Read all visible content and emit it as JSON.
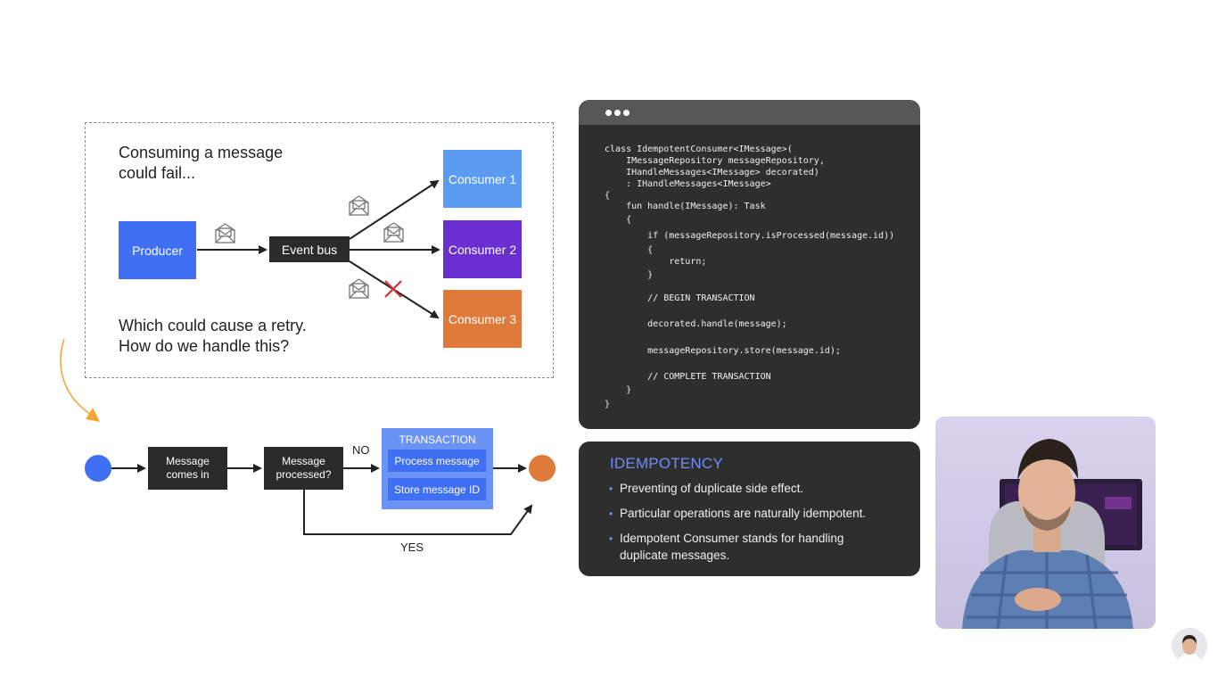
{
  "top_diagram": {
    "caption_top": [
      "Consuming a message",
      "could fail..."
    ],
    "caption_bottom": [
      "Which could cause a retry.",
      "How do we handle this?"
    ],
    "producer": "Producer",
    "event_bus": "Event bus",
    "consumers": [
      "Consumer 1",
      "Consumer 2",
      "Consumer 3"
    ]
  },
  "flow": {
    "message_in": [
      "Message",
      "comes in"
    ],
    "message_processed": [
      "Message",
      "processed?"
    ],
    "no_label": "NO",
    "yes_label": "YES",
    "transaction_title": "TRANSACTION",
    "transaction_steps": [
      "Process message",
      "Store message ID"
    ]
  },
  "code": {
    "lines": [
      "class IdempotentConsumer<IMessage>(",
      "    IMessageRepository messageRepository,",
      "    IHandleMessages<IMessage> decorated)",
      "    : IHandleMessages<IMessage>",
      "{",
      "    fun handle(IMessage): Task",
      "    {",
      "        if (messageRepository.isProcessed(message.id))",
      "        {",
      "            return;",
      "        }",
      "        // BEGIN TRANSACTION",
      "        decorated.handle(message);",
      "        messageRepository.store(message.id);",
      "        // COMPLETE TRANSACTION",
      "    }",
      "}"
    ]
  },
  "idempotency": {
    "title": "IDEMPOTENCY",
    "bullets": [
      "Preventing of duplicate side effect.",
      "Particular operations are naturally idempotent.",
      "Idempotent Consumer stands for handling",
      "duplicate messages."
    ]
  },
  "colors": {
    "producer": "#3f6ff3",
    "consumer1": "#5b9cf2",
    "consumer2": "#6a2fd0",
    "consumer3": "#e07a3a",
    "accent_title": "#6f8cf6"
  }
}
